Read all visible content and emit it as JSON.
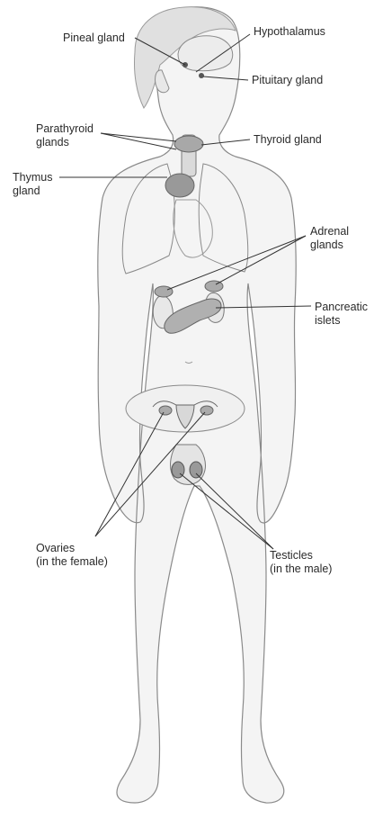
{
  "labels": {
    "pineal": "Pineal gland",
    "hypothalamus": "Hypothalamus",
    "pituitary": "Pituitary gland",
    "parathyroid": "Parathyroid\nglands",
    "thyroid": "Thyroid gland",
    "thymus": "Thymus\ngland",
    "adrenal": "Adrenal\nglands",
    "pancreatic": "Pancreatic\nislets",
    "ovaries": "Ovaries\n(in the female)",
    "testicles": "Testicles\n(in the male)"
  },
  "colors": {
    "outline": "#8a8a8a",
    "skin": "#f3f3f3",
    "organ": "#9a9a9a",
    "leader": "#333333"
  }
}
